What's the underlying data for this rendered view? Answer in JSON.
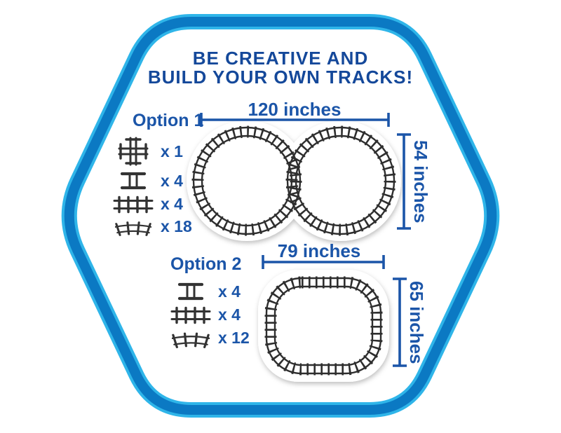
{
  "title": {
    "line1": "BE CREATIVE AND",
    "line2": "BUILD YOUR OWN TRACKS!"
  },
  "colors": {
    "border_band_blue": "#0B79C3",
    "border_edge_cyan": "#2FB5E9",
    "heading_blue": "#14489A",
    "label_blue": "#1B55A8",
    "track_color": "#2e2e2e"
  },
  "options": [
    {
      "label": "Option 1",
      "track_shape": "figure-eight",
      "width_label": "120 inches",
      "height_label": "54 inches",
      "pieces": [
        {
          "icon": "cross-track-icon",
          "count": "x 1"
        },
        {
          "icon": "short-straight-track-icon",
          "count": "x 4"
        },
        {
          "icon": "straight-track-icon",
          "count": "x 4"
        },
        {
          "icon": "curved-track-icon",
          "count": "x 18"
        }
      ]
    },
    {
      "label": "Option 2",
      "track_shape": "oval",
      "width_label": "79 inches",
      "height_label": "65 inches",
      "pieces": [
        {
          "icon": "short-straight-track-icon",
          "count": "x 4"
        },
        {
          "icon": "straight-track-icon",
          "count": "x 4"
        },
        {
          "icon": "curved-track-icon",
          "count": "x 12"
        }
      ]
    }
  ]
}
